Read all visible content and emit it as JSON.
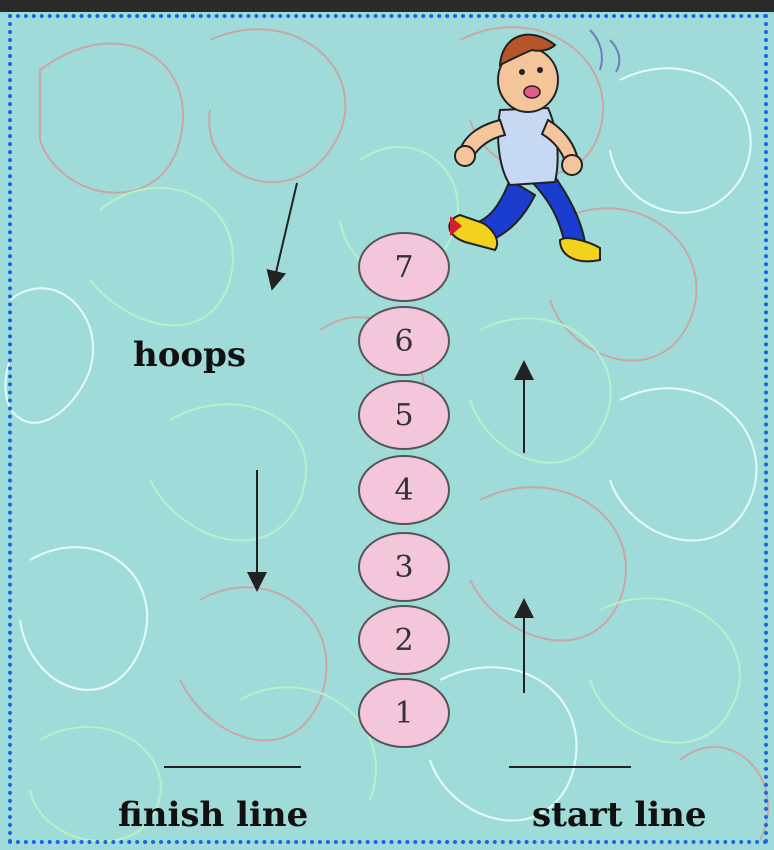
{
  "labels": {
    "hoops": "hoops",
    "finish": "finish line",
    "start": "start line"
  },
  "hoops": [
    "1",
    "2",
    "3",
    "4",
    "5",
    "6",
    "7"
  ],
  "colors": {
    "background": "#9fdcd9",
    "frame_border": "#1e64e6",
    "hoop_fill": "#f4c6dc",
    "squiggle_pink": "#c9a6a6",
    "squiggle_green": "#b8f0c8",
    "squiggle_white": "#e6fbfb"
  },
  "icons": {
    "runner": "running-boy-icon",
    "arrow_diag": "arrow-diagonal-down-icon",
    "arrow_down": "arrow-down-icon",
    "arrow_up_1": "arrow-up-icon",
    "arrow_up_2": "arrow-up-icon"
  }
}
